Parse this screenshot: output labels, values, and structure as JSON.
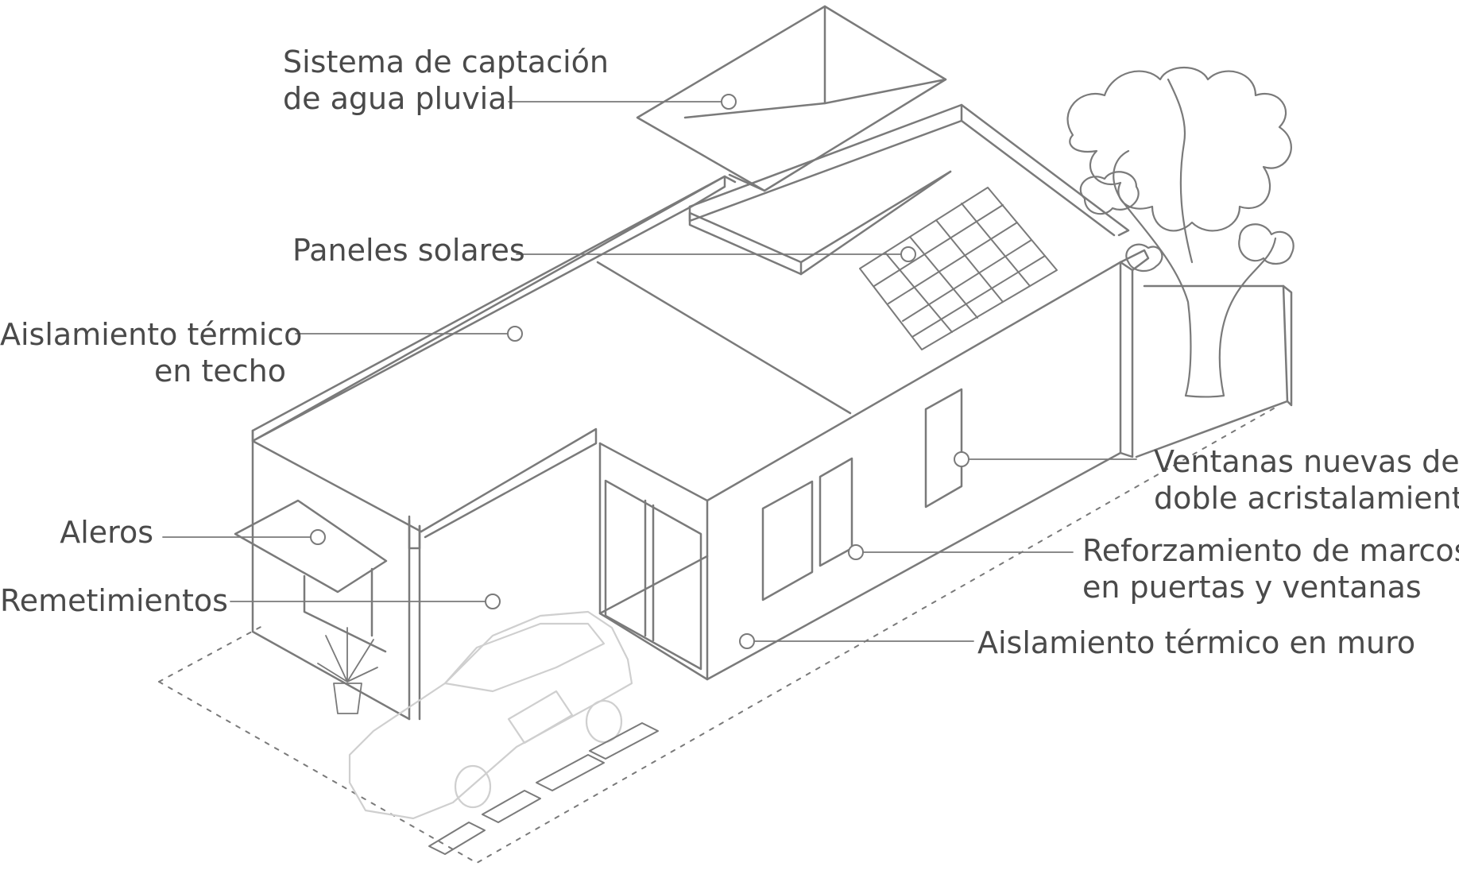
{
  "labels": {
    "rainwater": {
      "line1": "Sistema de captación",
      "line2": "de agua pluvial"
    },
    "solar": {
      "line1": "Paneles solares"
    },
    "roof_insulation": {
      "line1": "Aislamiento térmico",
      "line2": "en techo"
    },
    "eaves": {
      "line1": "Aleros"
    },
    "setbacks": {
      "line1": "Remetimientos"
    },
    "windows": {
      "line1": "Ventanas nuevas de",
      "line2": "doble acristalamiento"
    },
    "frames": {
      "line1": "Reforzamiento de marcos",
      "line2": "en puertas y ventanas"
    },
    "wall_insulation": {
      "line1": "Aislamiento térmico en muro"
    }
  },
  "colors": {
    "line": "#7a7a7a",
    "text": "#4a4a4a",
    "car": "#cfcfcf",
    "background": "#ffffff"
  }
}
